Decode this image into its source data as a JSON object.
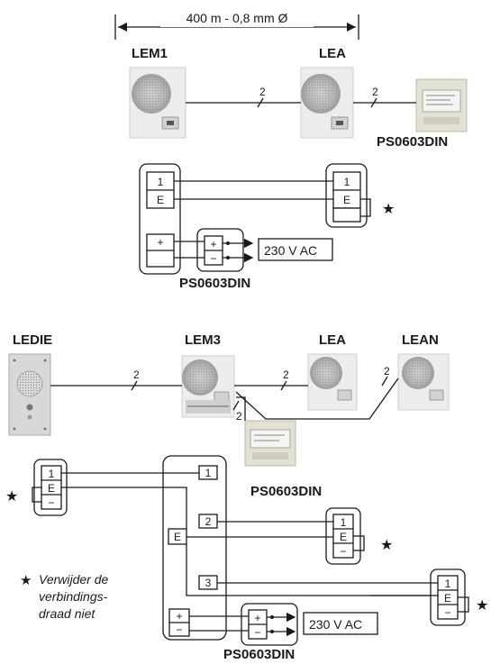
{
  "top": {
    "distance_label": "400 m - 0,8 mm Ø",
    "lem1_label": "LEM1",
    "lea_label": "LEA",
    "psu_label": "PS0603DIN",
    "wire_count_1": "2",
    "wire_count_2": "2",
    "term_1": "1",
    "term_e": "E",
    "term_plus": "+",
    "term_minus": "−",
    "psu_box_label": "PS0603DIN",
    "mains_label": "230 V AC",
    "star": "★"
  },
  "bottom": {
    "ledie_label": "LEDIE",
    "lem3_label": "LEM3",
    "lea_label": "LEA",
    "lean_label": "LEAN",
    "wire_counts": [
      "2",
      "2",
      "2",
      "2"
    ],
    "psu_label": "PS0603DIN",
    "channel_1": "1",
    "channel_2": "2",
    "channel_3": "3",
    "term_1": "1",
    "term_e": "E",
    "term_minus": "−",
    "term_plus": "+",
    "psu_box_label": "PS0603DIN",
    "mains_label": "230 V AC",
    "star": "★"
  },
  "note": {
    "star": "★",
    "line1": "Verwijder de",
    "line2": "verbindings-",
    "line3": "draad niet"
  },
  "colors": {
    "ink": "#1a1a1a",
    "device_face": "#e9e9e9",
    "grille": "#bdbdbd",
    "psu_body": "#dcdccf"
  }
}
